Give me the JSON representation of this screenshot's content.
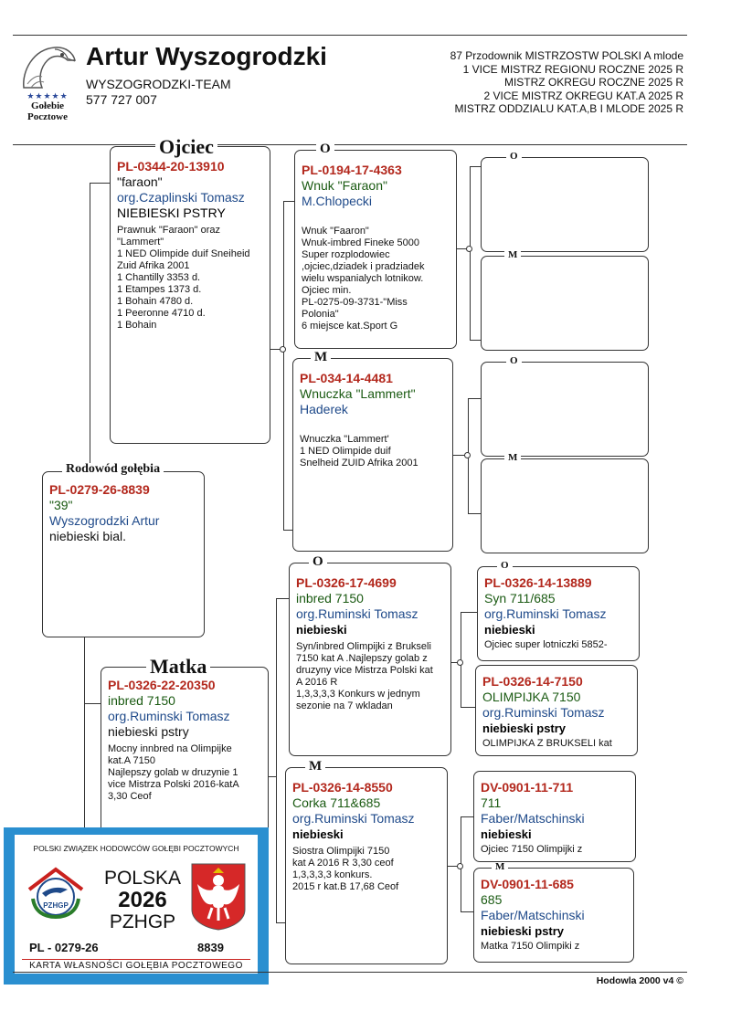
{
  "header": {
    "logo_text_1": "Gołebie",
    "logo_text_2": "Pocztowe",
    "owner_name": "Artur Wyszogrodzki",
    "team": "WYSZOGRODZKI-TEAM",
    "phone": "577 727 007",
    "achievements": [
      "87 Przodownik MISTRZOSTW POLSKI  A mlode",
      "1 VICE MISTRZ REGIONU ROCZNE 2025 R",
      "MISTRZ OKREGU ROCZNE 2025 R",
      "2 VICE MISTRZ OKREGU KAT.A 2025 R",
      "MISTRZ ODDZIALU KAT.A,B I MLODE 2025 R"
    ]
  },
  "labels": {
    "father": "Ojciec",
    "mother": "Matka",
    "pedigree": "Rodowód gołębia",
    "o": "O",
    "m": "M"
  },
  "subject": {
    "ring": "PL-0279-26-8839",
    "name": "\"39\"",
    "owner": "Wyszogrodzki Artur",
    "color": "niebieski bial."
  },
  "father": {
    "ring": "PL-0344-20-13910",
    "name": "\"faraon\"",
    "owner": "org.Czaplinski Tomasz",
    "color": "NIEBIESKI PSTRY",
    "desc": "Prawnuk \"Faraon\" oraz\n\"Lammert\"\n1 NED Olimpide duif Sneiheid\nZuid Afrika 2001\n1 Chantilly 3353 d.\n1 Etampes 1373 d.\n1 Bohain 4780 d.\n1 Peeronne 4710 d.\n1 Bohain"
  },
  "mother": {
    "ring": "PL-0326-22-20350",
    "name": "inbred 7150",
    "owner": "org.Ruminski Tomasz",
    "color": "niebieski pstry",
    "desc": "Mocny innbred na Olimpijke\nkat.A 7150\nNajlepszy golab w druzynie 1\nvice Mistrza Polski 2016-katA\n3,30 Ceof"
  },
  "ff": {
    "ring": "PL-0194-17-4363",
    "name": "Wnuk \"Faraon\"",
    "owner": "M.Chlopecki",
    "desc": "Wnuk \"Faaron\"\nWnuk-imbred Fineke 5000\nSuper rozplodowiec\n,ojciec,dziadek i pradziadek\nwielu wspanialych lotnikow.\nOjciec min.\nPL-0275-09-3731-\"Miss\nPolonia\"\n6 miejsce kat.Sport G"
  },
  "fm": {
    "ring": "PL-034-14-4481",
    "name": "Wnuczka \"Lammert\"",
    "owner": "Haderek",
    "desc": "Wnuczka \"Lammert'\n1 NED Olimpide duif\nSnelheid ZUID Afrika 2001"
  },
  "mf": {
    "ring": "PL-0326-17-4699",
    "name": "inbred 7150",
    "owner": "org.Ruminski Tomasz",
    "color": "niebieski",
    "desc": "Syn/inbred Olimpijki z Brukseli\n7150 kat A .Najlepszy golab z\ndruzyny vice Mistrza Polski kat\nA 2016 R\n1,3,3,3,3 Konkurs w jednym\nsezonie na 7 wkladan"
  },
  "mm": {
    "ring": "PL-0326-14-8550",
    "name": "Corka 711&685",
    "owner": "org.Ruminski Tomasz",
    "color": "niebieski",
    "desc": "Siostra Olimpijki 7150\nkat A 2016 R 3,30 ceof\n1,3,3,3,3 konkurs.\n2015 r kat.B 17,68 Ceof"
  },
  "mff": {
    "ring": "PL-0326-14-13889",
    "name": "Syn 711/685",
    "owner": "org.Ruminski Tomasz",
    "color": "niebieski",
    "desc": "Ojciec super lotniczki 5852-"
  },
  "mfm": {
    "ring": "PL-0326-14-7150",
    "name": "OLIMPIJKA 7150",
    "owner": "org.Ruminski Tomasz",
    "color": "niebieski pstry",
    "desc": "OLIMPIJKA Z BRUKSELI kat"
  },
  "mmf": {
    "ring": "DV-0901-11-711",
    "name": "711",
    "owner": "Faber/Matschinski",
    "color": "niebieski",
    "desc": "Ojciec 7150 Olimpijki z"
  },
  "mmm": {
    "ring": "DV-0901-11-685",
    "name": "685",
    "owner": "Faber/Matschinski",
    "color": "niebieski pstry",
    "desc": "Matka 7150 Olimpiki z"
  },
  "card": {
    "org": "POLSKI ZWIĄZEK HODOWCÓW GOŁĘBI POCZTOWYCH",
    "country": "POLSKA",
    "year": "2026",
    "union": "PZHGP",
    "badge": "PZHGP",
    "ring_left": "PL - 0279-26",
    "ring_right": "8839",
    "footer": "KARTA  WŁASNOŚCI GOŁĘBIA POCZTOWEGO"
  },
  "footer": "Hodowla 2000 v4 ©",
  "colors": {
    "ring_red": "#b3281d",
    "name_green": "#1a5a12",
    "owner_blue": "#1f4a8a",
    "card_blue": "#2a8fd0"
  }
}
